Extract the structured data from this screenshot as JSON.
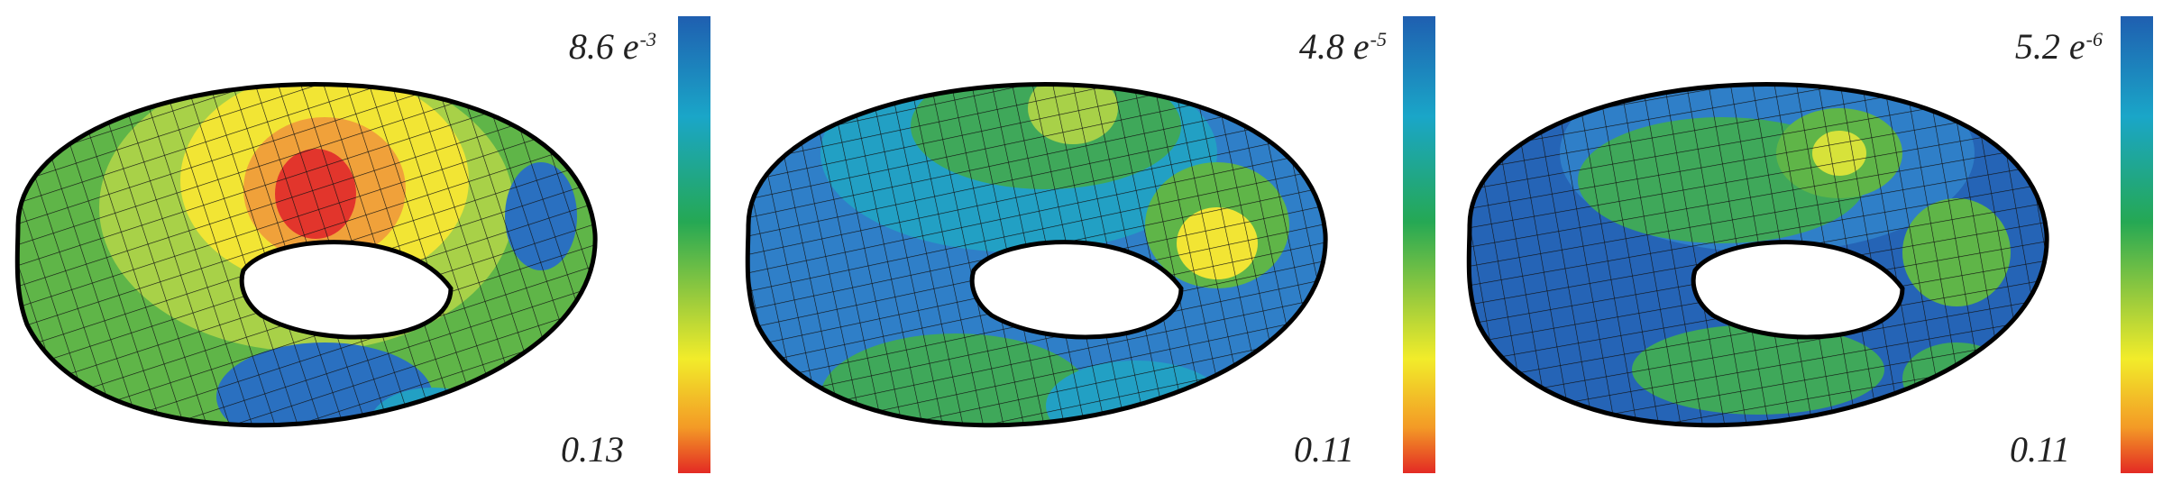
{
  "panels": [
    {
      "max_label": "8.6 e",
      "max_exp": "-3",
      "min_label": "0.13",
      "palette": {
        "outer": "#5fb548",
        "light": "#a8d148",
        "yellow": "#f2e534",
        "orange": "#f0a13a",
        "red": "#e2352c",
        "blue": "#2a70c0",
        "cyan": "#22a0c4"
      },
      "hotspot": "strong"
    },
    {
      "max_label": "4.8 e",
      "max_exp": "-5",
      "min_label": "0.11",
      "palette": {
        "outer": "#2f7fc8",
        "light": "#5fb548",
        "yellow": "#f2e534",
        "orange": "#f0a13a",
        "red": "#e2352c",
        "blue": "#1f5fb0",
        "cyan": "#22a0c4"
      },
      "hotspot": "medium"
    },
    {
      "max_label": "5.2 e",
      "max_exp": "-6",
      "min_label": "0.11",
      "palette": {
        "outer": "#2564b6",
        "light": "#3fa85a",
        "yellow": "#d7e23a",
        "orange": "#f0a13a",
        "red": "#e2352c",
        "blue": "#1b54a6",
        "cyan": "#22a0c4"
      },
      "hotspot": "weak"
    }
  ]
}
